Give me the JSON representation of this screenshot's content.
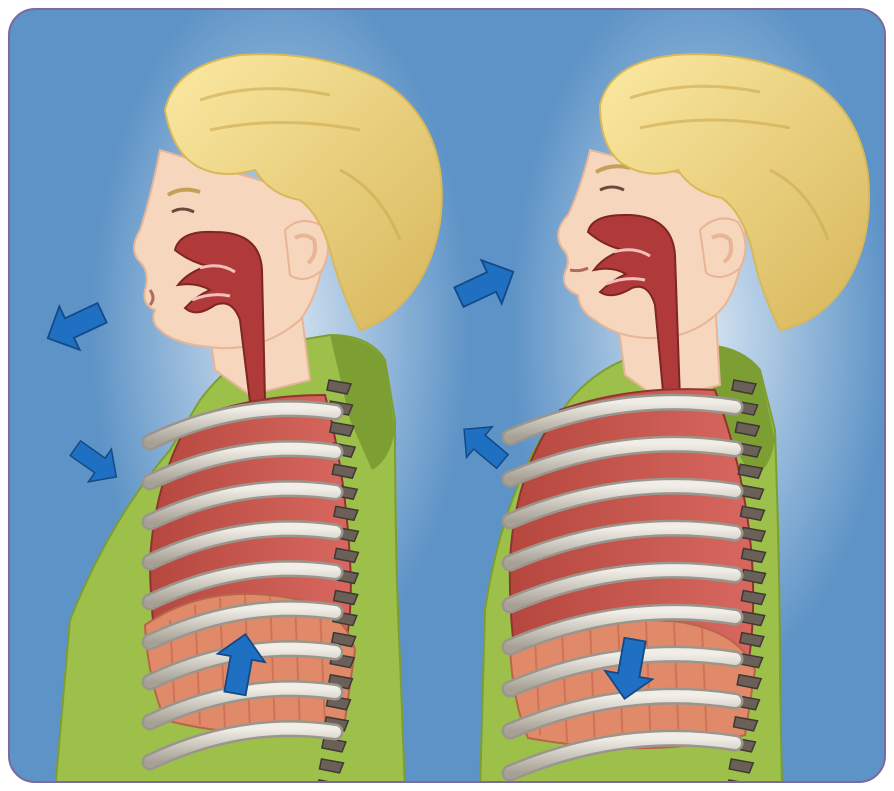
{
  "colors": {
    "background": "#5d93c6",
    "background_light": "#b9d3ea",
    "frame_border": "#7a6aa0",
    "hair": "#f3dc86",
    "hair_shade": "#d9b85a",
    "skin": "#f6d6bd",
    "skin_shade": "#e8b596",
    "shirt": "#9cc04a",
    "shirt_shade": "#7d9e33",
    "airway": "#b03a3a",
    "lung": "#c85750",
    "rib": "#d9d5cc",
    "rib_shade": "#9b968d",
    "diaphragm": "#e08a6a",
    "spine": "#6a6058",
    "arrow": "#1f6fc2"
  },
  "panels": [
    {
      "name": "exhale",
      "air_arrow_direction": "out",
      "diaphragm_arrow": "up"
    },
    {
      "name": "inhale",
      "air_arrow_direction": "in",
      "diaphragm_arrow": "down"
    }
  ],
  "icons": [
    "arrow-icon"
  ]
}
